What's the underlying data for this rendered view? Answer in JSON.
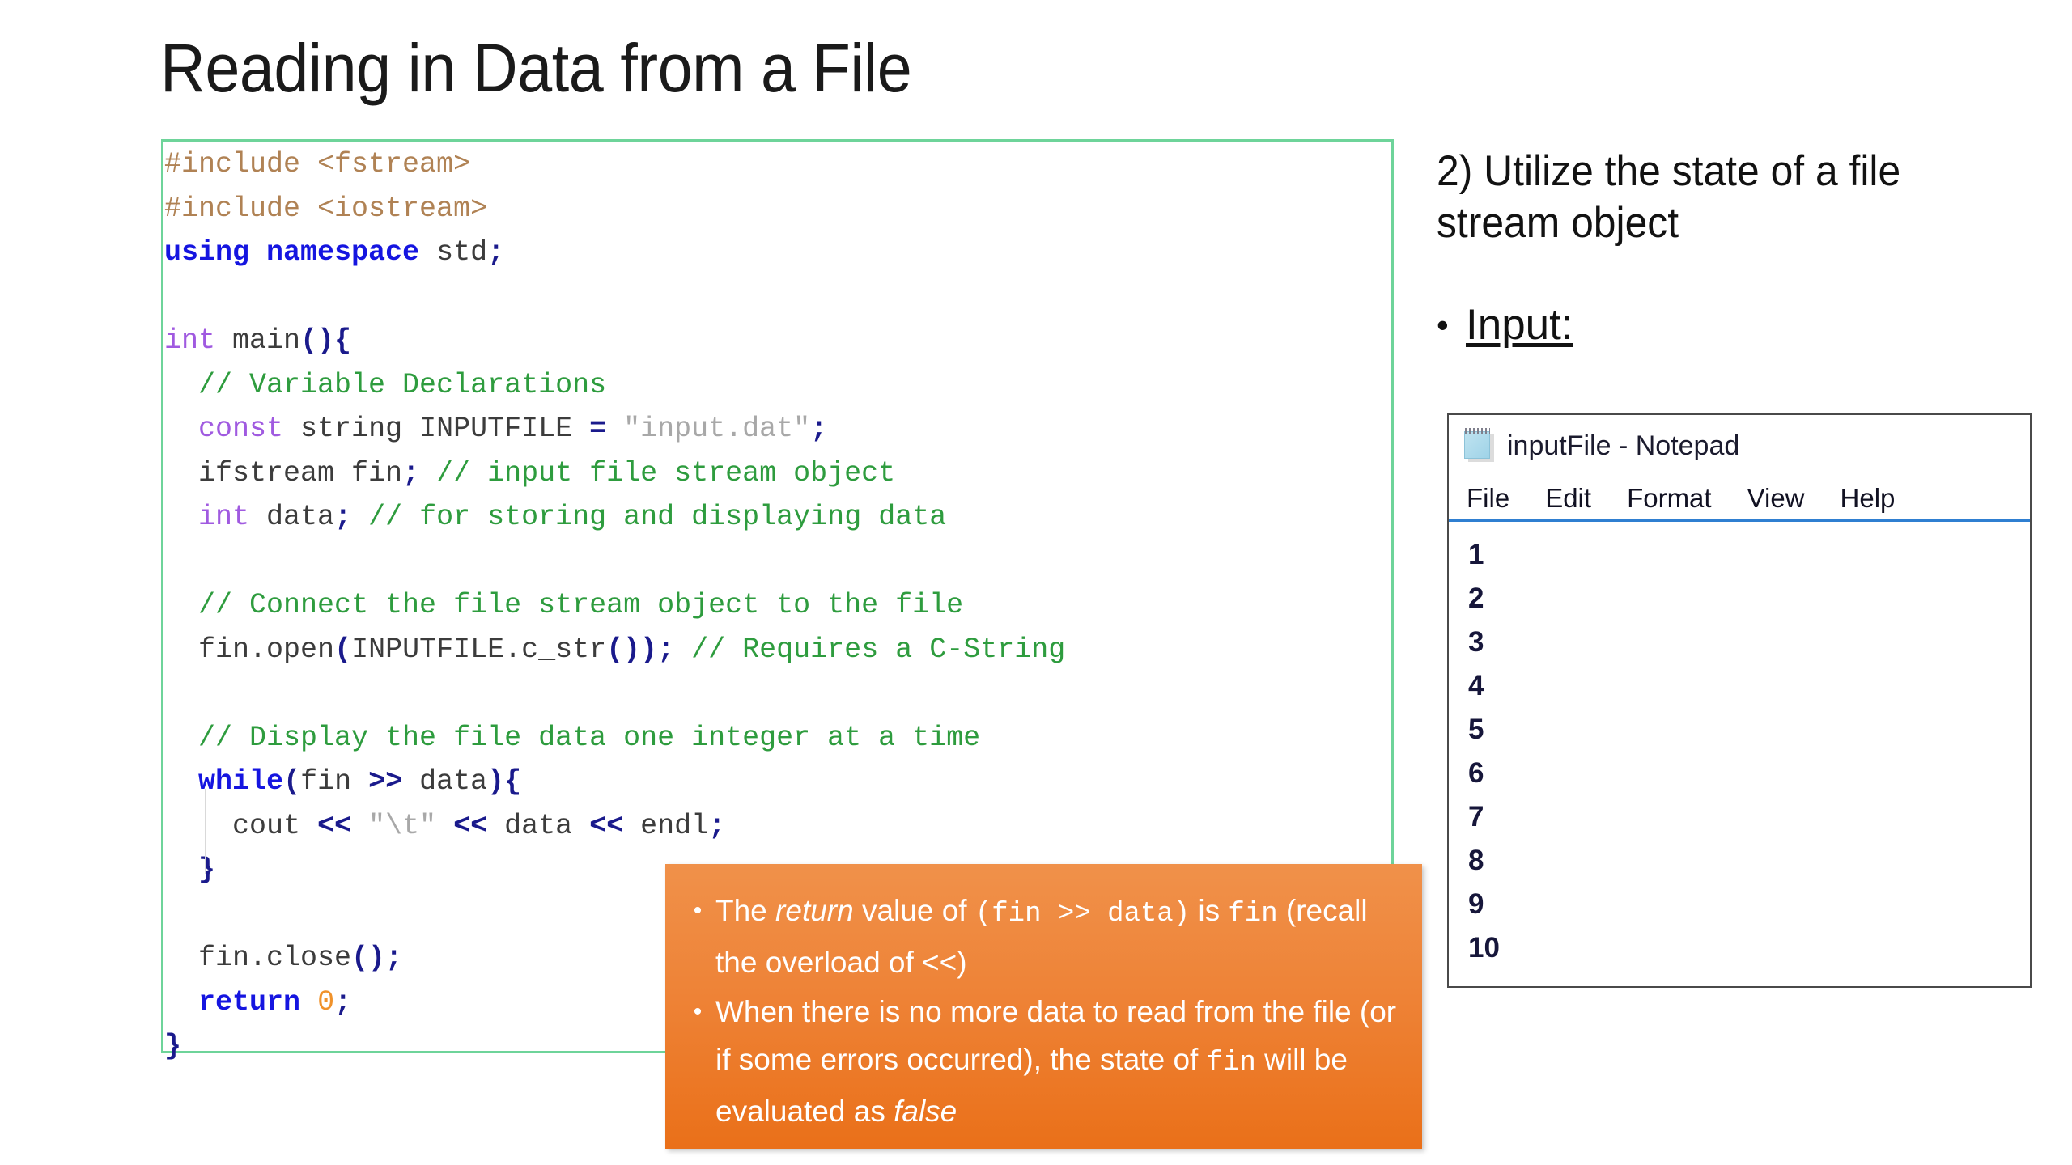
{
  "slide": {
    "title": "Reading in Data from a File"
  },
  "code_block": {
    "language": "cpp",
    "border_color": "#6ed49a",
    "lines": [
      [
        {
          "t": "#include <fstream>",
          "c": "tok-pre"
        }
      ],
      [
        {
          "t": "#include <iostream>",
          "c": "tok-pre"
        }
      ],
      [
        {
          "t": "using namespace",
          "c": "tok-kw"
        },
        {
          "t": " std",
          "c": "tok-plain"
        },
        {
          "t": ";",
          "c": "tok-op"
        }
      ],
      [],
      [
        {
          "t": "int",
          "c": "tok-type"
        },
        {
          "t": " main",
          "c": "tok-plain"
        },
        {
          "t": "(){",
          "c": "tok-op"
        }
      ],
      [
        {
          "t": "  ",
          "c": "tok-plain"
        },
        {
          "t": "// Variable Declarations",
          "c": "tok-cmt"
        }
      ],
      [
        {
          "t": "  ",
          "c": "tok-plain"
        },
        {
          "t": "const",
          "c": "tok-type"
        },
        {
          "t": " string INPUTFILE ",
          "c": "tok-plain"
        },
        {
          "t": "=",
          "c": "tok-op"
        },
        {
          "t": " \"input.dat\"",
          "c": "tok-str"
        },
        {
          "t": ";",
          "c": "tok-op"
        }
      ],
      [
        {
          "t": "  ifstream fin",
          "c": "tok-plain"
        },
        {
          "t": ";",
          "c": "tok-op"
        },
        {
          "t": " ",
          "c": "tok-plain"
        },
        {
          "t": "// input file stream object",
          "c": "tok-cmt"
        }
      ],
      [
        {
          "t": "  ",
          "c": "tok-plain"
        },
        {
          "t": "int",
          "c": "tok-type"
        },
        {
          "t": " data",
          "c": "tok-plain"
        },
        {
          "t": ";",
          "c": "tok-op"
        },
        {
          "t": " ",
          "c": "tok-plain"
        },
        {
          "t": "// for storing and displaying data",
          "c": "tok-cmt"
        }
      ],
      [],
      [
        {
          "t": "  ",
          "c": "tok-plain"
        },
        {
          "t": "// Connect the file stream object to the file",
          "c": "tok-cmt"
        }
      ],
      [
        {
          "t": "  fin.open",
          "c": "tok-plain"
        },
        {
          "t": "(",
          "c": "tok-op"
        },
        {
          "t": "INPUTFILE.c_str",
          "c": "tok-plain"
        },
        {
          "t": "());",
          "c": "tok-op"
        },
        {
          "t": " ",
          "c": "tok-plain"
        },
        {
          "t": "// Requires a C-String",
          "c": "tok-cmt"
        }
      ],
      [],
      [
        {
          "t": "  ",
          "c": "tok-plain"
        },
        {
          "t": "// Display the file data one integer at a time",
          "c": "tok-cmt"
        }
      ],
      [
        {
          "t": "  ",
          "c": "tok-plain"
        },
        {
          "t": "while",
          "c": "tok-kw"
        },
        {
          "t": "(",
          "c": "tok-op"
        },
        {
          "t": "fin ",
          "c": "tok-plain"
        },
        {
          "t": ">>",
          "c": "tok-op"
        },
        {
          "t": " data",
          "c": "tok-plain"
        },
        {
          "t": "){",
          "c": "tok-op"
        }
      ],
      [
        {
          "t": "    cout ",
          "c": "tok-plain"
        },
        {
          "t": "<<",
          "c": "tok-op"
        },
        {
          "t": " \"\\t\" ",
          "c": "tok-str"
        },
        {
          "t": "<<",
          "c": "tok-op"
        },
        {
          "t": " data ",
          "c": "tok-plain"
        },
        {
          "t": "<<",
          "c": "tok-op"
        },
        {
          "t": " endl",
          "c": "tok-plain"
        },
        {
          "t": ";",
          "c": "tok-op"
        }
      ],
      [
        {
          "t": "  ",
          "c": "tok-plain"
        },
        {
          "t": "}",
          "c": "tok-op"
        }
      ],
      [],
      [
        {
          "t": "  fin.close",
          "c": "tok-plain"
        },
        {
          "t": "();",
          "c": "tok-op"
        }
      ],
      [
        {
          "t": "  ",
          "c": "tok-plain"
        },
        {
          "t": "return",
          "c": "tok-kw"
        },
        {
          "t": " ",
          "c": "tok-plain"
        },
        {
          "t": "0",
          "c": "tok-num"
        },
        {
          "t": ";",
          "c": "tok-op"
        }
      ],
      [
        {
          "t": "}",
          "c": "tok-op"
        }
      ]
    ]
  },
  "callout": {
    "background_color": "#ee8337",
    "items": [
      {
        "bullet": "•",
        "parts": [
          {
            "t": "The ",
            "s": "plain"
          },
          {
            "t": "return",
            "s": "italic"
          },
          {
            "t": " value of ",
            "s": "plain"
          },
          {
            "t": "(fin >> data)",
            "s": "mono"
          },
          {
            "t": "  is ",
            "s": "plain"
          },
          {
            "t": "fin",
            "s": "mono"
          },
          {
            "t": "  (recall the overload of <<)",
            "s": "plain"
          }
        ]
      },
      {
        "bullet": "•",
        "parts": [
          {
            "t": "When there is no more data to read from the file (or if some errors occurred), the state of ",
            "s": "plain"
          },
          {
            "t": "fin",
            "s": "mono"
          },
          {
            "t": "  will be evaluated as ",
            "s": "plain"
          },
          {
            "t": "false",
            "s": "italic"
          }
        ]
      }
    ]
  },
  "right_panel": {
    "heading": "2) Utilize the state of a file stream object",
    "bullet_symbol": "•",
    "bullet_label": "Input:"
  },
  "notepad": {
    "title": "inputFile - Notepad",
    "icon": "notepad-icon",
    "menu": [
      "File",
      "Edit",
      "Format",
      "View",
      "Help"
    ],
    "content_lines": [
      "1",
      "2",
      "3",
      "4",
      "5",
      "6",
      "7",
      "8",
      "9",
      "10"
    ],
    "separator_color": "#2f7fd1"
  }
}
